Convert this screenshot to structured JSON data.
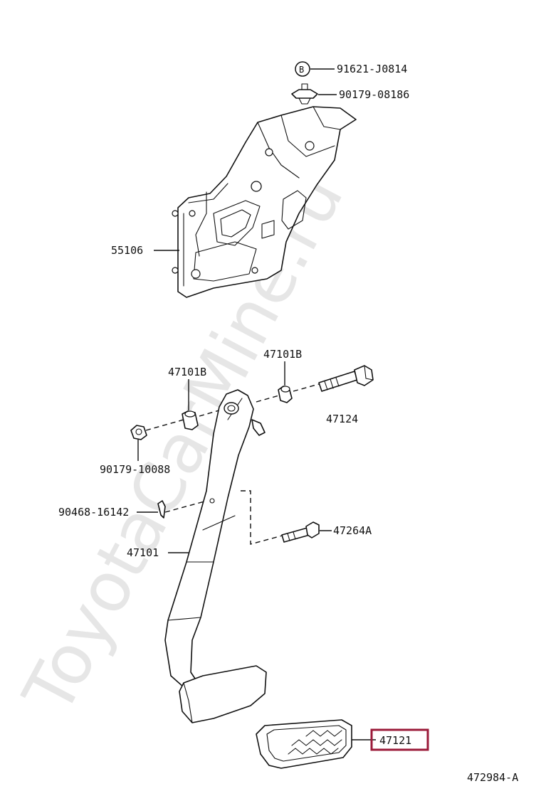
{
  "watermark": "ToyotaCarMine.ru",
  "diagram_id": "472984-A",
  "highlight_color": "#9b1b3a",
  "labels": {
    "p91621": "91621-J0814",
    "circle_b": "B",
    "p90179a": "90179-08186",
    "p55106": "55106",
    "p47101b_left": "47101B",
    "p47101b_right": "47101B",
    "p47124": "47124",
    "p90179b": "90179-10088",
    "p90468": "90468-16142",
    "p47264a": "47264A",
    "p47101": "47101",
    "p47121": "47121"
  }
}
